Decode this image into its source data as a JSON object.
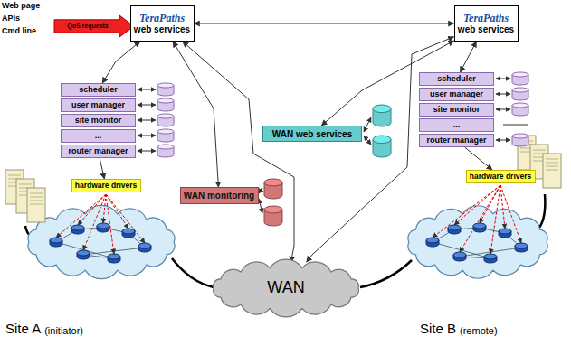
{
  "diagram": {
    "nodes": [
      {
        "text": [
          "QoS requests"
        ]
      },
      {
        "text": [
          "TeraPaths",
          "web services"
        ]
      },
      {
        "text": [
          "TeraPaths",
          "web services"
        ]
      },
      {
        "text": [
          "scheduler"
        ]
      },
      {
        "text": [
          "user manager"
        ]
      },
      {
        "text": [
          "site monitor"
        ]
      },
      {
        "text": [
          "..."
        ]
      },
      {
        "text": [
          "router manager"
        ]
      },
      {
        "text": [
          "WAN web services"
        ]
      },
      {
        "text": [
          "scheduler"
        ]
      },
      {
        "text": [
          "user manager"
        ]
      },
      {
        "text": [
          "site monitor"
        ]
      },
      {
        "text": [
          "..."
        ]
      },
      {
        "text": [
          "router manager"
        ]
      },
      {
        "text": [
          "WAN monitoring"
        ]
      },
      {
        "text": [
          "hardware drivers"
        ]
      },
      {
        "text": [
          "hardware drivers"
        ]
      },
      {
        "text": [
          "WAN"
        ]
      }
    ],
    "edges": [
      {
        "from": 1,
        "to": 3,
        "arrow": "both"
      },
      {
        "from": 1,
        "to": 2,
        "arrow": "both"
      },
      {
        "from": 1,
        "to": 14,
        "arrow": "both"
      },
      {
        "from": 1,
        "to": 17,
        "arrow": "both"
      },
      {
        "from": 2,
        "to": 17,
        "arrow": "both"
      },
      {
        "from": 2,
        "to": 9,
        "arrow": "both"
      },
      {
        "from": 8,
        "to": 2,
        "arrow": "both"
      },
      {
        "from": 7,
        "to": 15,
        "arrow": "to"
      },
      {
        "from": 13,
        "to": 16,
        "arrow": "to"
      }
    ],
    "labels": [
      "Web page",
      "APIs",
      "Cmd line",
      "Site A",
      "(initiator)",
      "Site B",
      "(remote)"
    ]
  }
}
